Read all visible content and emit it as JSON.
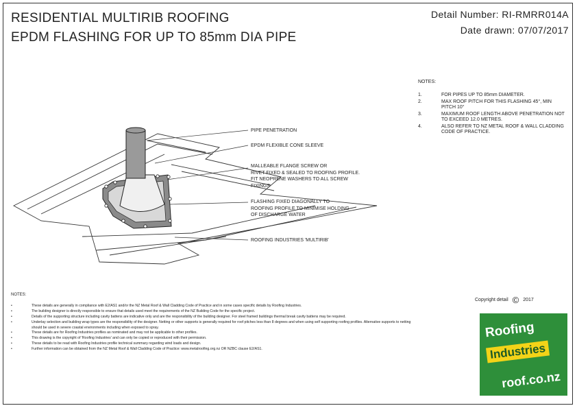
{
  "header": {
    "title_line1": "RESIDENTIAL MULTIRIB ROOFING",
    "title_line2": "EPDM FLASHING FOR UP TO 85mm DIA PIPE",
    "detail_number": "Detail Number:  RI-RMRR014A",
    "date_drawn": "Date drawn:  07/07/2017"
  },
  "notes_right": {
    "heading": "NOTES:",
    "items": [
      {
        "num": "1.",
        "text": "FOR PIPES UP TO 85mm DIAMETER."
      },
      {
        "num": "2.",
        "text": "MAX ROOF PITCH FOR THIS FLASHING 45°, MIN PITCH 10°"
      },
      {
        "num": "3.",
        "text": "MAXIMUM ROOF LENGTH ABOVE PENETRATION NOT TO EXCEED 12.0 METRES."
      },
      {
        "num": "4.",
        "text": "ALSO REFER TO NZ METAL ROOF & WALL CLADDING CODE OF PRACTICE."
      }
    ]
  },
  "callouts": {
    "pipe": "PIPE PENETRATION",
    "sleeve": "EPDM FLEXIBLE CONE SLEEVE",
    "flange_1": "MALLEABLE FLANGE SCREW OR",
    "flange_2": "RIVET FIXED & SEALED TO ROOFING PROFILE.",
    "flange_3": "FIT NEOPRENE WASHERS TO ALL SCREW",
    "flange_4": "FIXINGS",
    "diag_1": "FLASHING FIXED DIAGONALLY TO",
    "diag_2": "ROOFING PROFILE TO MINIMISE HOLDING",
    "diag_3": "OF DISCHARGE WATER",
    "profile": "ROOFING INDUSTRIES 'MULTIRIB'"
  },
  "bottom_notes": {
    "heading": "NOTES:",
    "items": [
      "These details are generally in compliance with E2/AS1 and/or the NZ Metal Roof & Wall Cladding Code of Practice and in some cases specific details by Roofing Industries.",
      "The building designer is directly responsible to ensure that details used meet the requirements of the NZ Building Code for the specific project.",
      "Details of the supporting structure including cavity battens are indicative only and are the responsibility of the building designer. For steel framed buildings thermal break cavity battens may be required.",
      "Underlay selection and building wrap types are the responsibility of the designer. Netting or other supports is generally required for roof pitches less than 8 degrees and when using self supporting roofing profiles. Alternative supports to netting should be used in severe coastal environments including when exposed to spray.",
      "These details are for Roofing Industries profiles as nominated and may not be applicable to other profiles.",
      "This drawing is the copyright of 'Roofing Industries' and can only be copied or reproduced with their permission.",
      "These details to be read with Roofing Industries profile technical summary regarding wind loads and design.",
      "Further information can be obtained from the NZ Metal Roof & Wall Cladding Code of Practice: www.metalroofing.org.nz OR NZBC clause E2/AS1."
    ]
  },
  "copyright": {
    "label": "Copyright detail",
    "symbol": "©",
    "year": "2017"
  },
  "logo": {
    "line1": "Roofing",
    "line2": "Industries",
    "line3": "roof.co.nz"
  },
  "colors": {
    "logo_green": "#2e8f3a",
    "logo_yellow": "#f3d318",
    "flashing_grey": "#8a8a8a"
  }
}
